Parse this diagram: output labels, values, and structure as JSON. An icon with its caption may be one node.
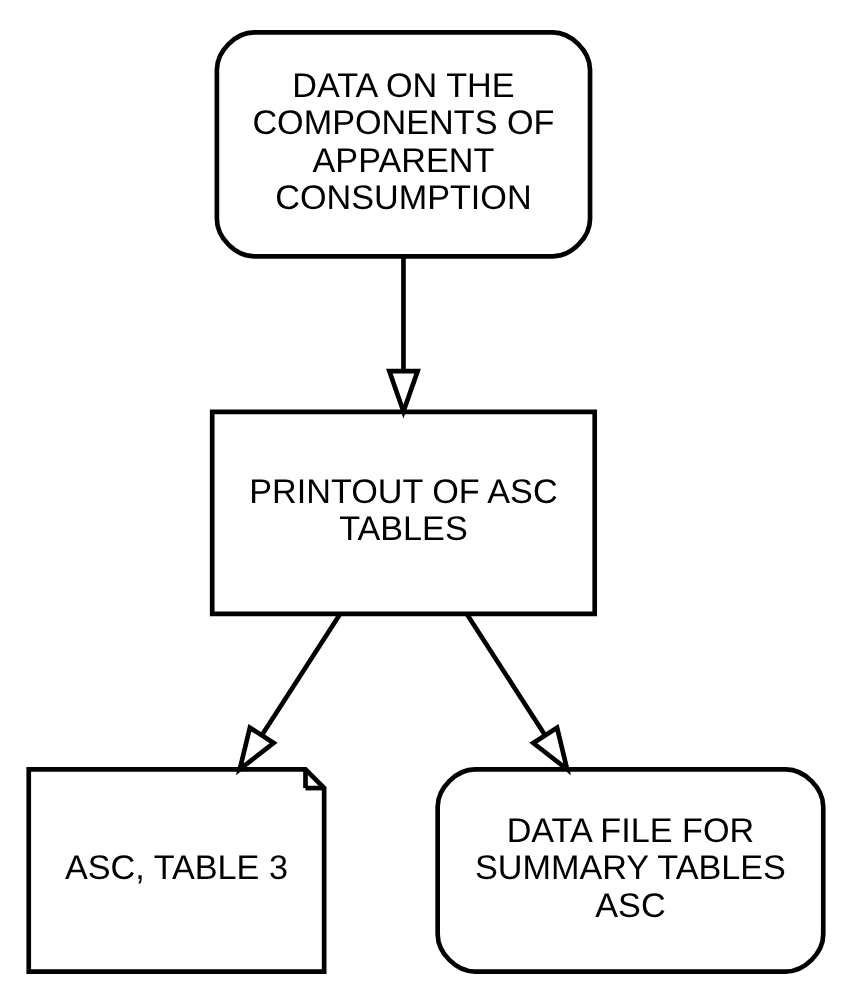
{
  "diagram": {
    "nodes": [
      {
        "text": [
          "DATA ON THE COMPONENTS OF APPARENT CONSUMPTION"
        ]
      },
      {
        "text": [
          "PRINTOUT OF ASC TABLES"
        ]
      },
      {
        "text": [
          "ASC, TABLE 3"
        ]
      },
      {
        "text": [
          "DATA FILE FOR SUMMARY TABLES ASC"
        ]
      }
    ],
    "edges": [
      {
        "from": 0,
        "to": 1,
        "arrow": "to"
      },
      {
        "from": 1,
        "to": 2,
        "arrow": "to"
      },
      {
        "from": 1,
        "to": 3,
        "arrow": "to"
      }
    ]
  }
}
